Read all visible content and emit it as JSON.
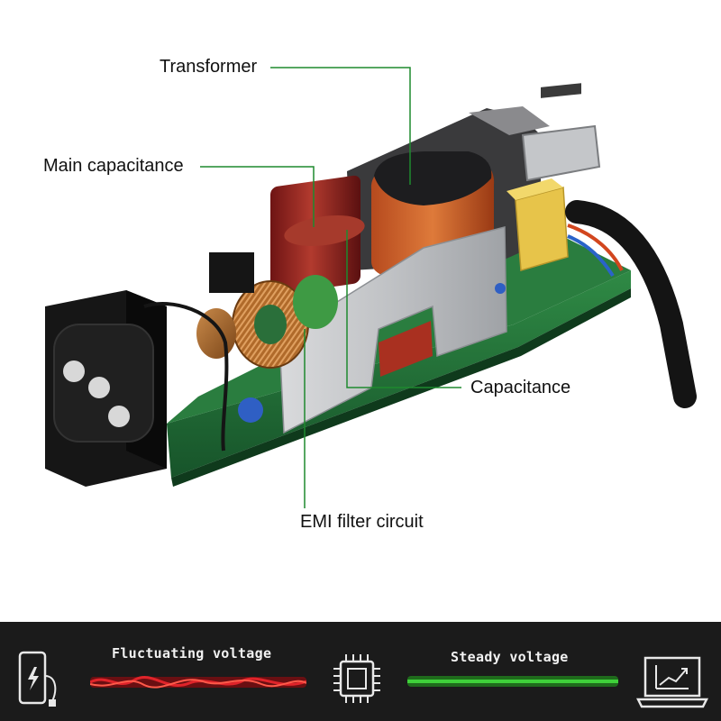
{
  "diagram": {
    "labels": {
      "transformer": "Transformer",
      "main_capacitance": "Main capacitance",
      "capacitance": "Capacitance",
      "emi_filter": "EMI filter circuit"
    },
    "leader_color": "#1e8a2e"
  },
  "bottom_bar": {
    "fluctuating_label": "Fluctuating voltage",
    "steady_label": "Steady voltage",
    "fluctuating_color": "#e0242a",
    "steady_color": "#3fd13a",
    "icons": [
      "phone-charging-icon",
      "chip-icon",
      "laptop-chart-icon"
    ]
  }
}
